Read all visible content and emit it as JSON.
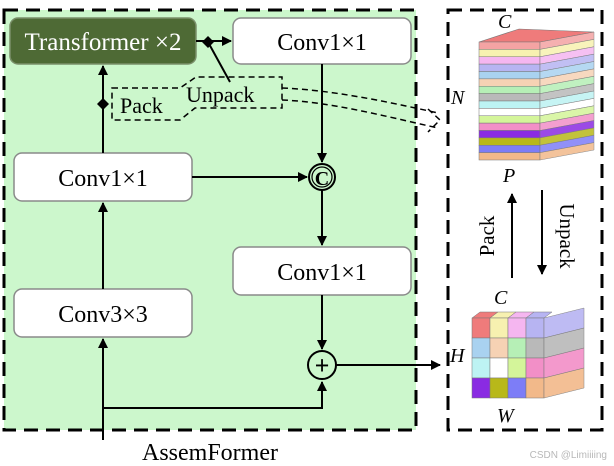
{
  "title": "AssemFormer",
  "colors": {
    "module_bg": "#ccf7cc",
    "transformer_bg": "#4e6a35",
    "box_bg": "#ffffff",
    "box_border": "#8a8a8a",
    "line": "#000000"
  },
  "blocks": {
    "transformer": "Transformer ×2",
    "conv_top_right": "Conv1×1",
    "conv_mid_left": "Conv1×1",
    "conv_mid_right": "Conv1×1",
    "conv3x3": "Conv3×3"
  },
  "operators": {
    "concat": "C",
    "add": "+"
  },
  "labels": {
    "pack": "Pack",
    "unpack": "Unpack",
    "side_pack": "Pack",
    "side_unpack": "Unpack"
  },
  "tensor_top": {
    "c": "C",
    "n": "N",
    "p": "P",
    "stripes": [
      "#f4a3a3",
      "#f7f1b0",
      "#f5b6f0",
      "#b7b4f2",
      "#a9d2f0",
      "#f6d2b4",
      "#b6efb6",
      "#b9b9b9",
      "#bdf3f3",
      "#ffffff",
      "#d4f59a",
      "#f28fc7",
      "#8a2be2",
      "#b8b81a",
      "#7d7df7",
      "#f2b98a"
    ],
    "top_face": "#ef7b7b"
  },
  "tensor_bottom": {
    "c": "C",
    "h": "H",
    "w": "W",
    "grid": [
      [
        "#ef7b7b",
        "#f7f1b0",
        "#f5b6f0",
        "#b7b4f2"
      ],
      [
        "#a9d2f0",
        "#f6d2b4",
        "#b6efb6",
        "#b9b9b9"
      ],
      [
        "#bdf3f3",
        "#ffffff",
        "#d4f59a",
        "#f28fc7"
      ],
      [
        "#8a2be2",
        "#b8b81a",
        "#7d7df7",
        "#f2b98a"
      ]
    ]
  },
  "watermark": "CSDN @Limiiiing"
}
